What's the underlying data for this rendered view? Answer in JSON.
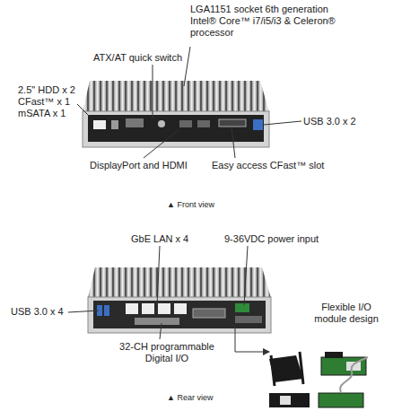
{
  "diagram": {
    "labels": [
      "LGA1151 socket 6th generation Intel® Core™ i7/i5/i3 & Celeron® processor",
      "ATX/AT quick switch",
      "2.5\" HDD x 2 CFast™ x 1 mSATA x 1",
      "USB 3.0 x 2",
      "DisplayPort and HDMI",
      "Easy access CFast™ slot",
      "▲ Front view",
      "GbE LAN x 4",
      "9-36VDC power input",
      "USB 3.0 x 4",
      "Flexible I/O module design",
      "32-CH programmable Digital I/O",
      "▲ Rear view"
    ]
  }
}
